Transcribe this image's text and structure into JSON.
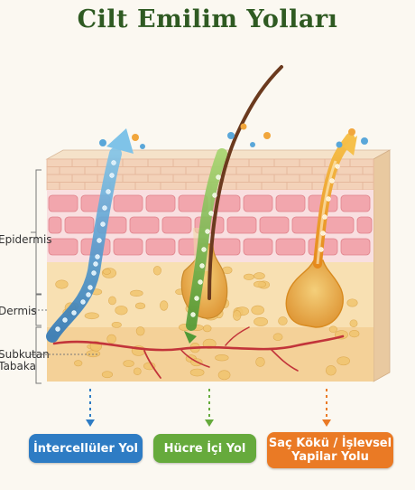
{
  "title": "Cilt Emilim Yolları",
  "layers": {
    "epidermis": "Epidermis",
    "dermis": "Dermis",
    "subcutan_line1": "Subkutan",
    "subcutan_line2": "Tabaka"
  },
  "routes": [
    {
      "label": "İntercellüler Yol",
      "color": "#2e7cc4"
    },
    {
      "label": "Hücre İçi Yol",
      "color": "#66aa3c"
    },
    {
      "label": "Saç Kökü / İşlevsel Yapilar Yolu",
      "color": "#ea7a25"
    }
  ],
  "colors": {
    "title": "#2f5a22",
    "epidermis_cells": "#f2a6ad",
    "dermis": "#f6d9a8",
    "vessel": "#c2343a"
  }
}
